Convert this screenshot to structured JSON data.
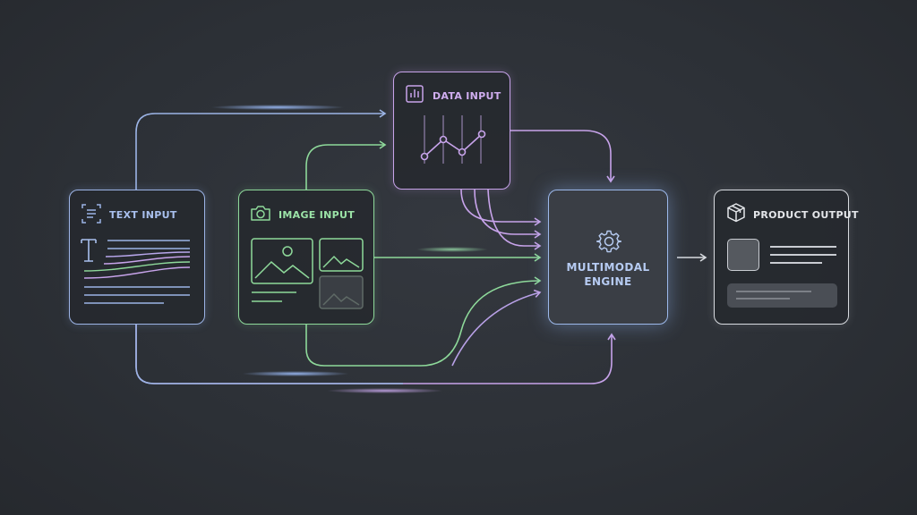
{
  "nodes": {
    "text_input": {
      "title": "TEXT INPUT"
    },
    "image_input": {
      "title": "IMAGE INPUT"
    },
    "data_input": {
      "title": "DATA INPUT"
    },
    "engine": {
      "line1": "MULTIMODAL",
      "line2": "ENGINE"
    },
    "product_output": {
      "title": "PRODUCT OUTPUT"
    }
  },
  "colors": {
    "text_blue": "#9cb4e6",
    "image_green": "#8ed99a",
    "data_purple": "#c7a3ea",
    "engine_blue": "#9cb8ea",
    "output_white": "#d8dbe0",
    "background": "#2c3036"
  },
  "icons": {
    "text_input": "document-lines-icon",
    "image_input": "camera-icon",
    "data_input": "bar-chart-icon",
    "engine": "gear-icon",
    "product_output": "package-box-icon"
  }
}
